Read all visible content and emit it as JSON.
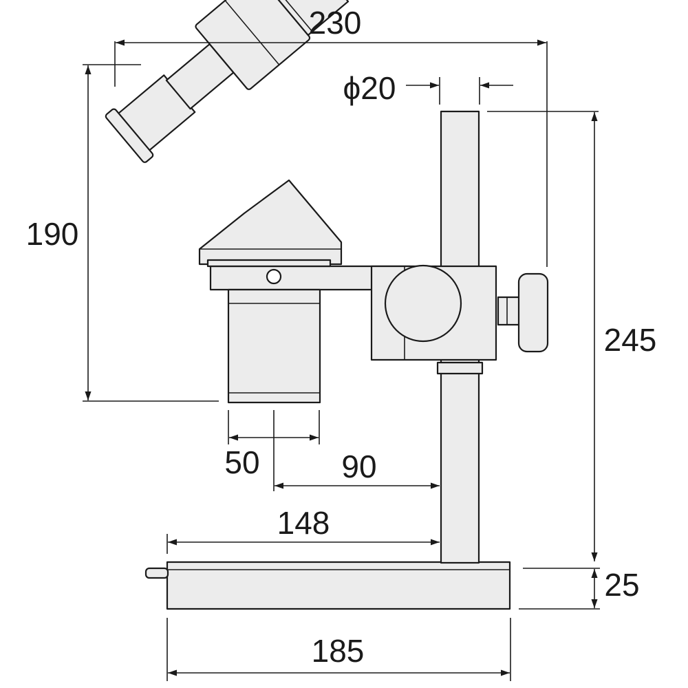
{
  "dimensions": {
    "overall_width": "230",
    "pillar_diameter": "ϕ20",
    "head_height": "190",
    "total_height": "245",
    "objective_diameter": "50",
    "pillar_offset": "90",
    "working_reach": "148",
    "base_thickness": "25",
    "base_width": "185"
  },
  "colors": {
    "outline": "#1a1a1a",
    "body": "#ececec",
    "background": "#ffffff"
  }
}
